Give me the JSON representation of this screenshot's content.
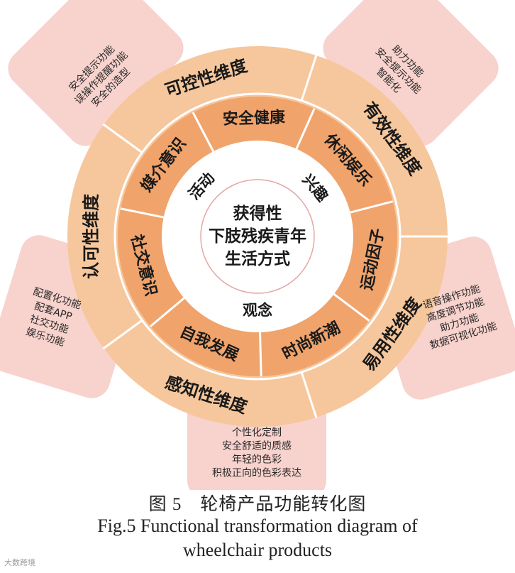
{
  "diagram": {
    "center_text": [
      "获得性",
      "下肢残疾青年",
      "生活方式"
    ],
    "inner_ring_labels": [
      {
        "text": "活动",
        "side": "upper-left"
      },
      {
        "text": "兴趣",
        "side": "upper-right"
      },
      {
        "text": "观念",
        "side": "bottom"
      }
    ],
    "middle_ring_segments": [
      "安全健康",
      "休闲娱乐",
      "运动因子",
      "时尚新潮",
      "自我发展",
      "社交意识",
      "媒介意识"
    ],
    "outer_ring_segments": [
      "有效性维度",
      "易用性维度",
      "感知性维度",
      "认可性维度",
      "可控性维度"
    ],
    "callouts": [
      {
        "id": "top-left",
        "lines": [
          "安全提示功能",
          "误操作提醒功能",
          "安全的造型"
        ]
      },
      {
        "id": "top-right",
        "lines": [
          "助力功能",
          "安全提示功能",
          "智能化"
        ]
      },
      {
        "id": "right",
        "lines": [
          "语音操作功能",
          "高度调节功能",
          "助力功能",
          "数据可视化功能"
        ]
      },
      {
        "id": "bottom",
        "lines": [
          "个性化定制",
          "安全舒适的质感",
          "年轻的色彩",
          "积极正向的色彩表达"
        ]
      },
      {
        "id": "left",
        "lines": [
          "配置化功能",
          "配套APP",
          "社交功能",
          "娱乐功能"
        ]
      }
    ],
    "colors": {
      "callout_fill": "#f8d2cc",
      "outer_ring": "#f6c79c",
      "middle_ring": "#f0a36b",
      "inner_ring": "#ffffff",
      "center_fill": "#ffffff",
      "center_border": "#e6a6a6"
    }
  },
  "caption": {
    "chinese": "图 5　轮椅产品功能转化图",
    "english_line1": "Fig.5 Functional transformation diagram of",
    "english_line2": "wheelchair products"
  },
  "watermark": "大数跨境"
}
